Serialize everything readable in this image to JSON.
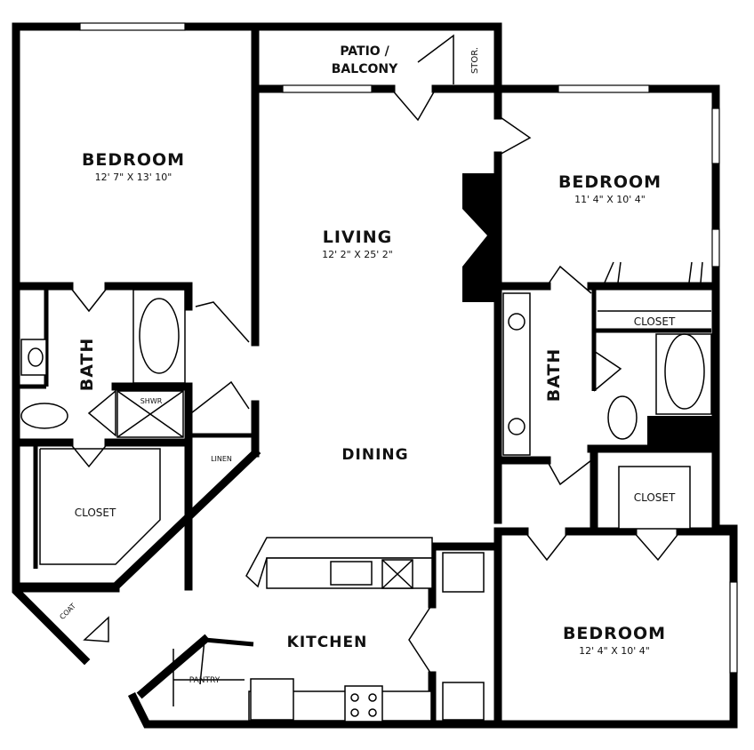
{
  "rooms": {
    "bedroom_left": {
      "label": "BEDROOM",
      "dims": "12' 7\" X 13' 10\""
    },
    "living": {
      "label": "LIVING",
      "dims": "12' 2\" X 25' 2\""
    },
    "bedroom_right": {
      "label": "BEDROOM",
      "dims": "11' 4\" X 10' 4\""
    },
    "bedroom_bottom": {
      "label": "BEDROOM",
      "dims": "12' 4\" X 10' 4\""
    },
    "patio": {
      "label_line1": "PATIO /",
      "label_line2": "BALCONY"
    },
    "storage": {
      "label": "STOR."
    },
    "bath_left": {
      "label": "BATH"
    },
    "bath_right": {
      "label": "BATH"
    },
    "shower": {
      "label": "SHWR"
    },
    "linen": {
      "label": "LINEN"
    },
    "closet_left": {
      "label": "CLOSET"
    },
    "closet_right_top": {
      "label": "CLOSET"
    },
    "closet_right_bottom": {
      "label": "CLOSET"
    },
    "dining": {
      "label": "DINING"
    },
    "kitchen": {
      "label": "KITCHEN"
    },
    "pantry": {
      "label": "PANTRY"
    },
    "coat": {
      "label": "COAT"
    }
  }
}
